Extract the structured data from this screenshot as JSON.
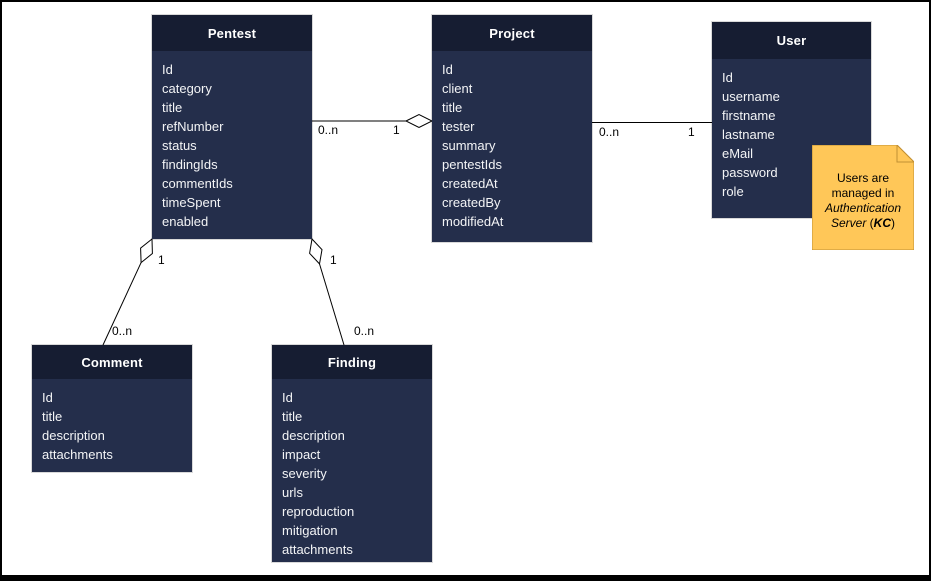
{
  "entities": {
    "pentest": {
      "title": "Pentest",
      "fields": [
        "Id",
        "category",
        "title",
        "refNumber",
        "status",
        "findingIds",
        "commentIds",
        "timeSpent",
        "enabled"
      ]
    },
    "project": {
      "title": "Project",
      "fields": [
        "Id",
        "client",
        "title",
        "tester",
        "summary",
        "pentestIds",
        "createdAt",
        "createdBy",
        "modifiedAt"
      ]
    },
    "user": {
      "title": "User",
      "fields": [
        "Id",
        "username",
        "firstname",
        "lastname",
        "eMail",
        "password",
        "role"
      ]
    },
    "comment": {
      "title": "Comment",
      "fields": [
        "Id",
        "title",
        "description",
        "attachments"
      ]
    },
    "finding": {
      "title": "Finding",
      "fields": [
        "Id",
        "title",
        "description",
        "impact",
        "severity",
        "urls",
        "reproduction",
        "mitigation",
        "attachments"
      ]
    }
  },
  "relationships": {
    "pentest_project": {
      "source": "Pentest",
      "target": "Project",
      "source_label": "0..n",
      "target_label": "1"
    },
    "project_user": {
      "source": "Project",
      "target": "User",
      "source_label": "0..n",
      "target_label": "1"
    },
    "pentest_comment": {
      "source": "Pentest",
      "target": "Comment",
      "source_label": "1",
      "target_label": "0..n"
    },
    "pentest_finding": {
      "source": "Pentest",
      "target": "Finding",
      "source_label": "1",
      "target_label": "0..n"
    }
  },
  "note": {
    "part_plain": "Users are managed in ",
    "part_italic": "Authentication Server",
    "part_open_paren": " (",
    "part_bold_italic": "KC",
    "part_close_paren": ")"
  },
  "colors": {
    "entity_header_bg": "#161d32",
    "entity_body_bg": "#242e4b",
    "entity_text": "#f3f4f6",
    "note_bg": "#ffc758",
    "note_border": "#c29033",
    "line": "#000000",
    "page_bg": "#ffffff",
    "frame": "#000000"
  }
}
